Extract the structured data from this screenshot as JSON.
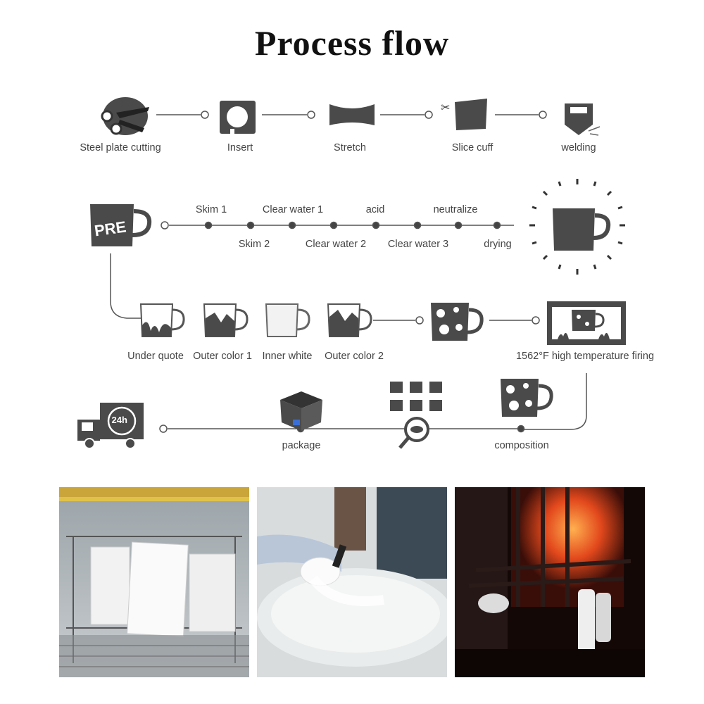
{
  "title": "Process flow",
  "row1": {
    "steps": [
      "Steel plate cutting",
      "Insert",
      "Stretch",
      "Slice cuff",
      "welding"
    ]
  },
  "row2": {
    "badge": "PRE",
    "top_labels": [
      "Skim 1",
      "Clear water 1",
      "acid",
      "neutralize"
    ],
    "bottom_labels": [
      "Skim 2",
      "Clear water 2",
      "Clear water 3",
      "drying"
    ]
  },
  "row3": {
    "steps": [
      "Under quote",
      "Outer color 1",
      "Inner white",
      "Outer color 2"
    ],
    "firing": "1562°F high temperature firing"
  },
  "row4": {
    "truck_badge": "24h",
    "steps": [
      "package",
      "composition"
    ]
  },
  "photos": [
    "dipping-rack-photo",
    "enamel-dipping-photo",
    "kiln-firing-photo"
  ],
  "colors": {
    "icon": "#4a4a4a",
    "line": "#555555",
    "text": "#444444"
  }
}
